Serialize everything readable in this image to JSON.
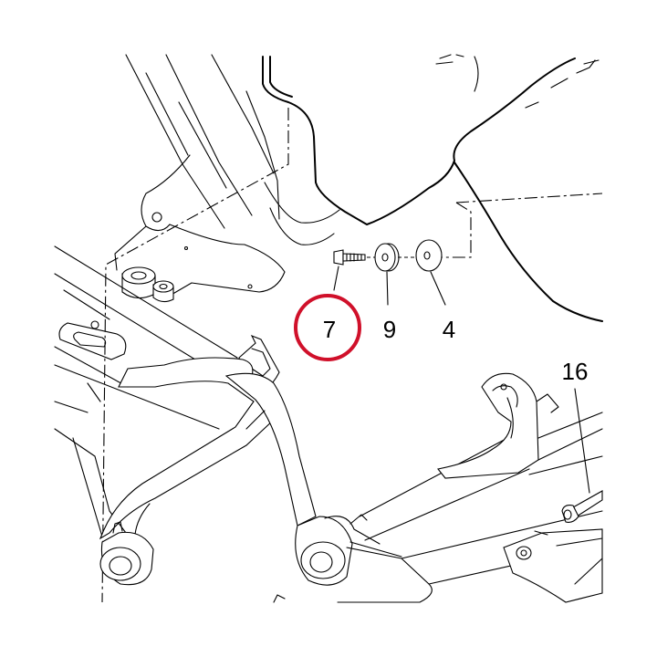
{
  "diagram": {
    "callouts": [
      {
        "id": "part-7",
        "label": "7",
        "highlighted": true
      },
      {
        "id": "part-9",
        "label": "9",
        "highlighted": false
      },
      {
        "id": "part-4",
        "label": "4",
        "highlighted": false
      },
      {
        "id": "part-16",
        "label": "16",
        "highlighted": false
      }
    ],
    "highlight_color": "#d0102a",
    "line_color": "#000000"
  }
}
